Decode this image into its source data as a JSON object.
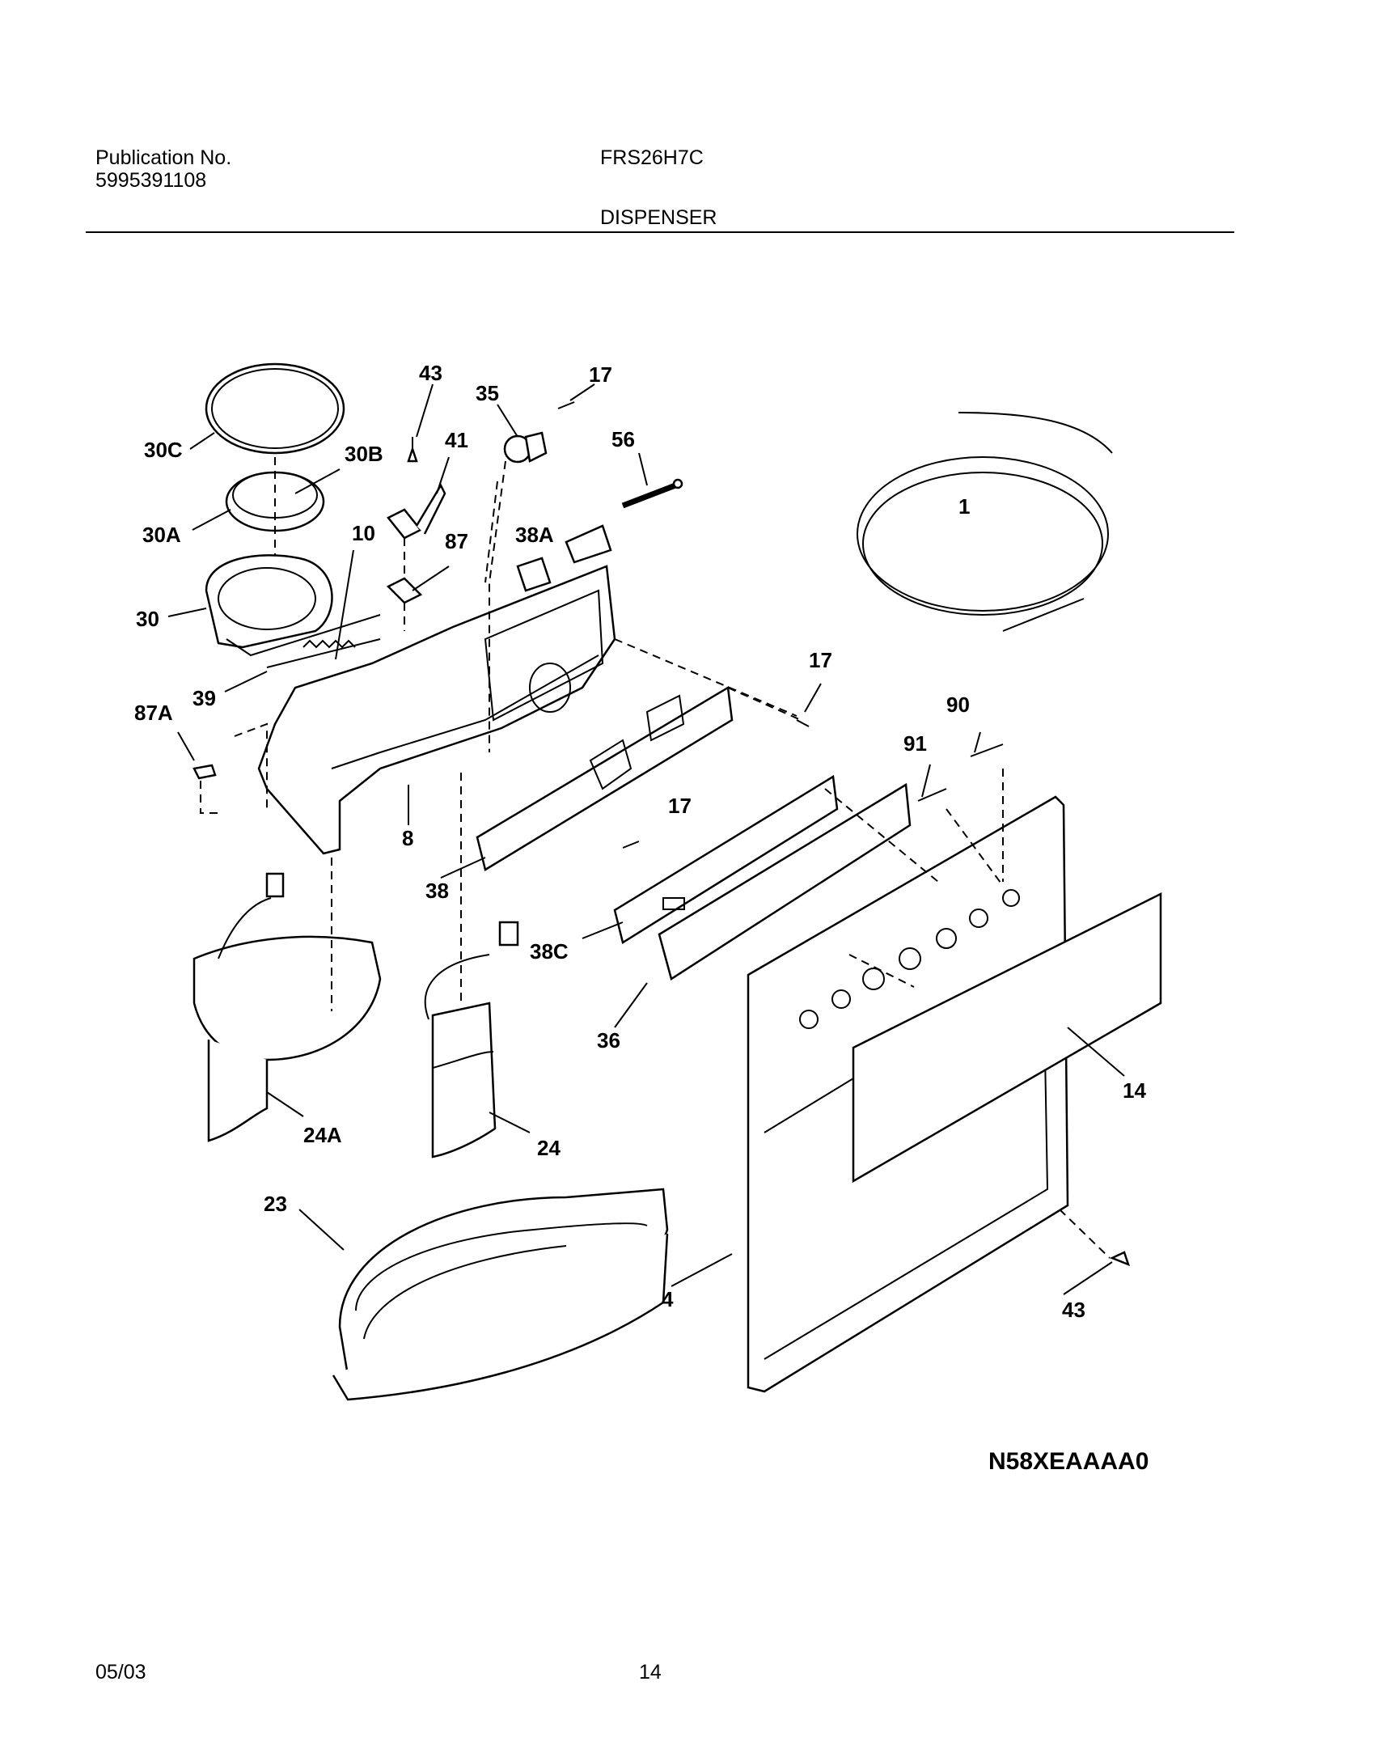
{
  "header": {
    "publication_label": "Publication No.",
    "publication_number": "5995391108",
    "model": "FRS26H7C",
    "section_title": "DISPENSER"
  },
  "diagram": {
    "callouts": [
      "43",
      "17",
      "35",
      "56",
      "30C",
      "30B",
      "41",
      "1",
      "38A",
      "30A",
      "10",
      "87",
      "30",
      "17",
      "39",
      "87A",
      "90",
      "91",
      "17",
      "8",
      "38",
      "38C",
      "36",
      "14",
      "24A",
      "24",
      "23",
      "4",
      "43"
    ],
    "drawing_code": "N58XEAAAA0"
  },
  "footer": {
    "date": "05/03",
    "page": "14"
  }
}
